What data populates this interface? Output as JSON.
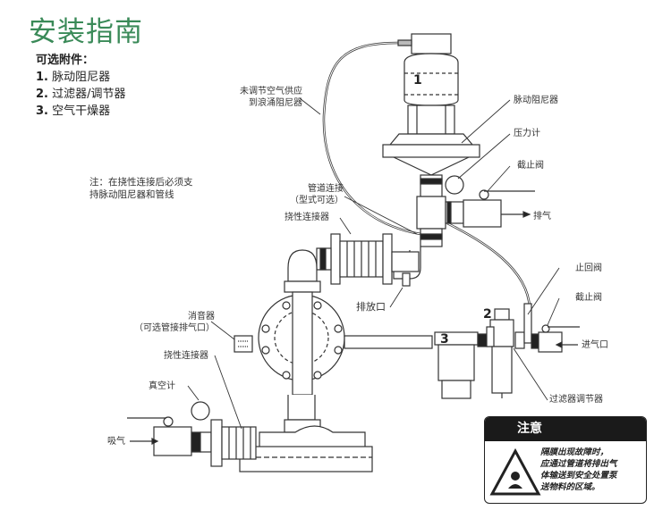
{
  "title": "安装指南",
  "accessories": {
    "heading": "可选附件：",
    "items": [
      {
        "num": "1.",
        "label": "脉动阻尼器"
      },
      {
        "num": "2.",
        "label": "过滤器/调节器"
      },
      {
        "num": "3.",
        "label": "空气干燥器"
      }
    ]
  },
  "note": {
    "line1": "注：在挠性连接后必须支",
    "line2": "持脉动阻尼器和管线"
  },
  "labels": {
    "unregulated_air_1": "未调节空气供应",
    "unregulated_air_2": "到浪涌阻尼器",
    "pulsation_damper": "脉动阻尼器",
    "pressure_gauge": "压力计",
    "shutoff_valve_top": "截止阀",
    "exhaust": "排气",
    "pipe_connection_1": "管道连接",
    "pipe_connection_2": "（型式可选）",
    "flex_connector_top": "挠性连接器",
    "drain_port": "排放口",
    "check_valve": "止回阀",
    "shutoff_valve_right": "截止阀",
    "air_inlet": "进气口",
    "muffler_1": "消音器",
    "muffler_2": "（可选管接排气口）",
    "flex_connector_bottom": "挠性连接器",
    "vacuum_gauge": "真空计",
    "suction": "吸气",
    "filter_regulator": "过滤器调节器"
  },
  "callout_numbers": {
    "damper": "1",
    "filter": "2",
    "dryer": "3"
  },
  "warning": {
    "heading": "注意",
    "line1": "隔膜出现故障时，",
    "line2": "应通过管道将排出气",
    "line3": "体输送到安全处置泵",
    "line4": "送物料的区域。"
  },
  "colors": {
    "title": "#3a8a58",
    "line": "#333333",
    "warning_header": "#1a1a1a"
  }
}
